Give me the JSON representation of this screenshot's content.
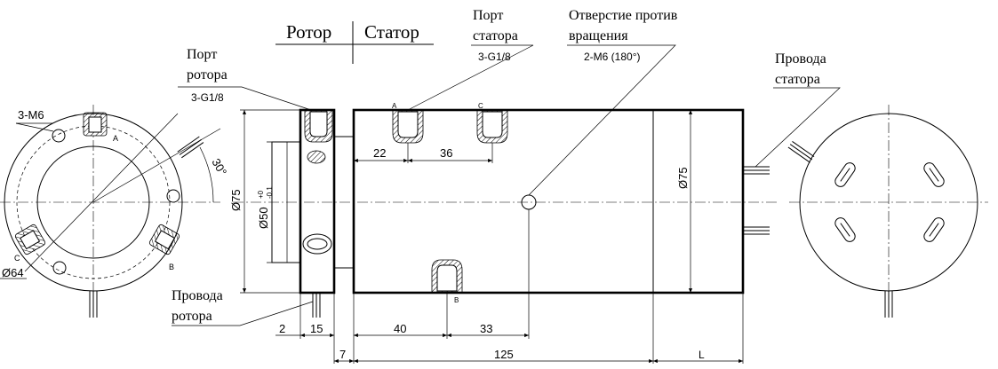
{
  "header": {
    "rotor": "Ротор",
    "stator": "Статор"
  },
  "labels": {
    "rotor_port_line1": "Порт",
    "rotor_port_line2": "ротора",
    "rotor_port_thread": "3-G1/8",
    "stator_port_line1": "Порт",
    "stator_port_line2": "статора",
    "stator_port_thread": "3-G1/8",
    "antirot_line1": "Отверстие против",
    "antirot_line2": "вращения",
    "antirot_spec": "2-M6 (180°)",
    "stator_wires_line1": "Провода",
    "stator_wires_line2": "статора",
    "rotor_wires_line1": "Провода",
    "rotor_wires_line2": "ротора"
  },
  "port_letters": {
    "left_a": "A",
    "left_b": "B",
    "left_c": "C",
    "top_a": "A",
    "top_c": "C",
    "bottom_b": "B"
  },
  "dimensions": {
    "left_holes": "3-M6",
    "left_angle": "30°",
    "left_bolt_circle": "Ø64",
    "flange_dia": "Ø75",
    "bore_dia": "Ø50",
    "bore_tol_upper": "+0",
    "bore_tol_lower": "-0.1",
    "body_dia": "Ø75",
    "port_a_offset": "22",
    "port_c_offset": "36",
    "port_b_offset1": "40",
    "port_b_offset2": "33",
    "dim_2": "2",
    "dim_15": "15",
    "dim_7": "7",
    "dim_125": "125",
    "dim_L": "L"
  }
}
